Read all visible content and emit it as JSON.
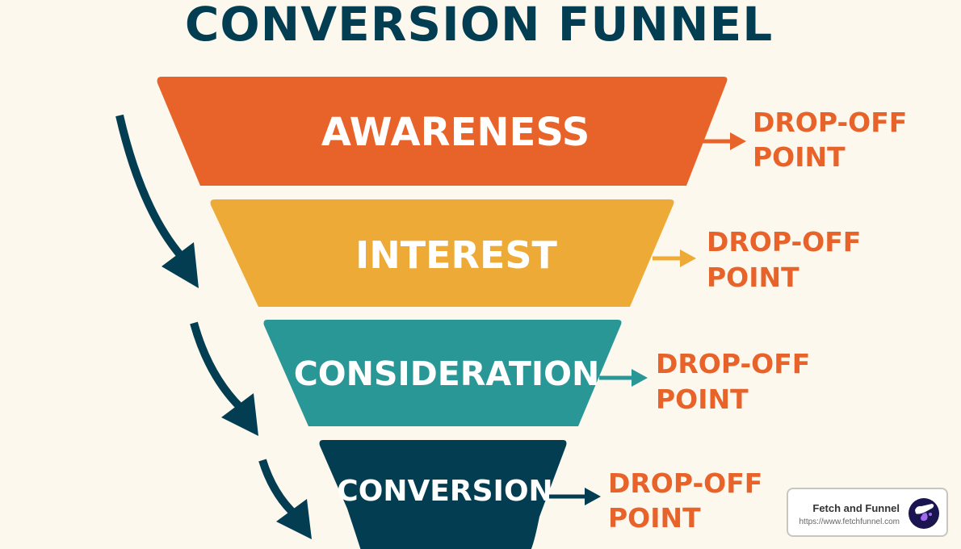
{
  "title": "CONVERSION FUNNEL",
  "stages": [
    {
      "label": "AWARENESS",
      "color": "#e8632a",
      "drop_off_line1": "DROP-OFF",
      "drop_off_line2": "POINT"
    },
    {
      "label": "INTEREST",
      "color": "#eeaa36",
      "drop_off_line1": "DROP-OFF",
      "drop_off_line2": "POINT"
    },
    {
      "label": "CONSIDERATION",
      "color": "#2a9797",
      "drop_off_line1": "DROP-OFF",
      "drop_off_line2": "POINT"
    },
    {
      "label": "CONVERSION",
      "color": "#033d52",
      "drop_off_line1": "DROP-OFF",
      "drop_off_line2": "POINT"
    }
  ],
  "colors": {
    "background": "#fcf8ee",
    "title": "#033d52",
    "drop_off_text": "#e8632a",
    "flow_arrow": "#033d52"
  },
  "badge": {
    "name": "Fetch and Funnel",
    "url": "https://www.fetchfunnel.com"
  }
}
